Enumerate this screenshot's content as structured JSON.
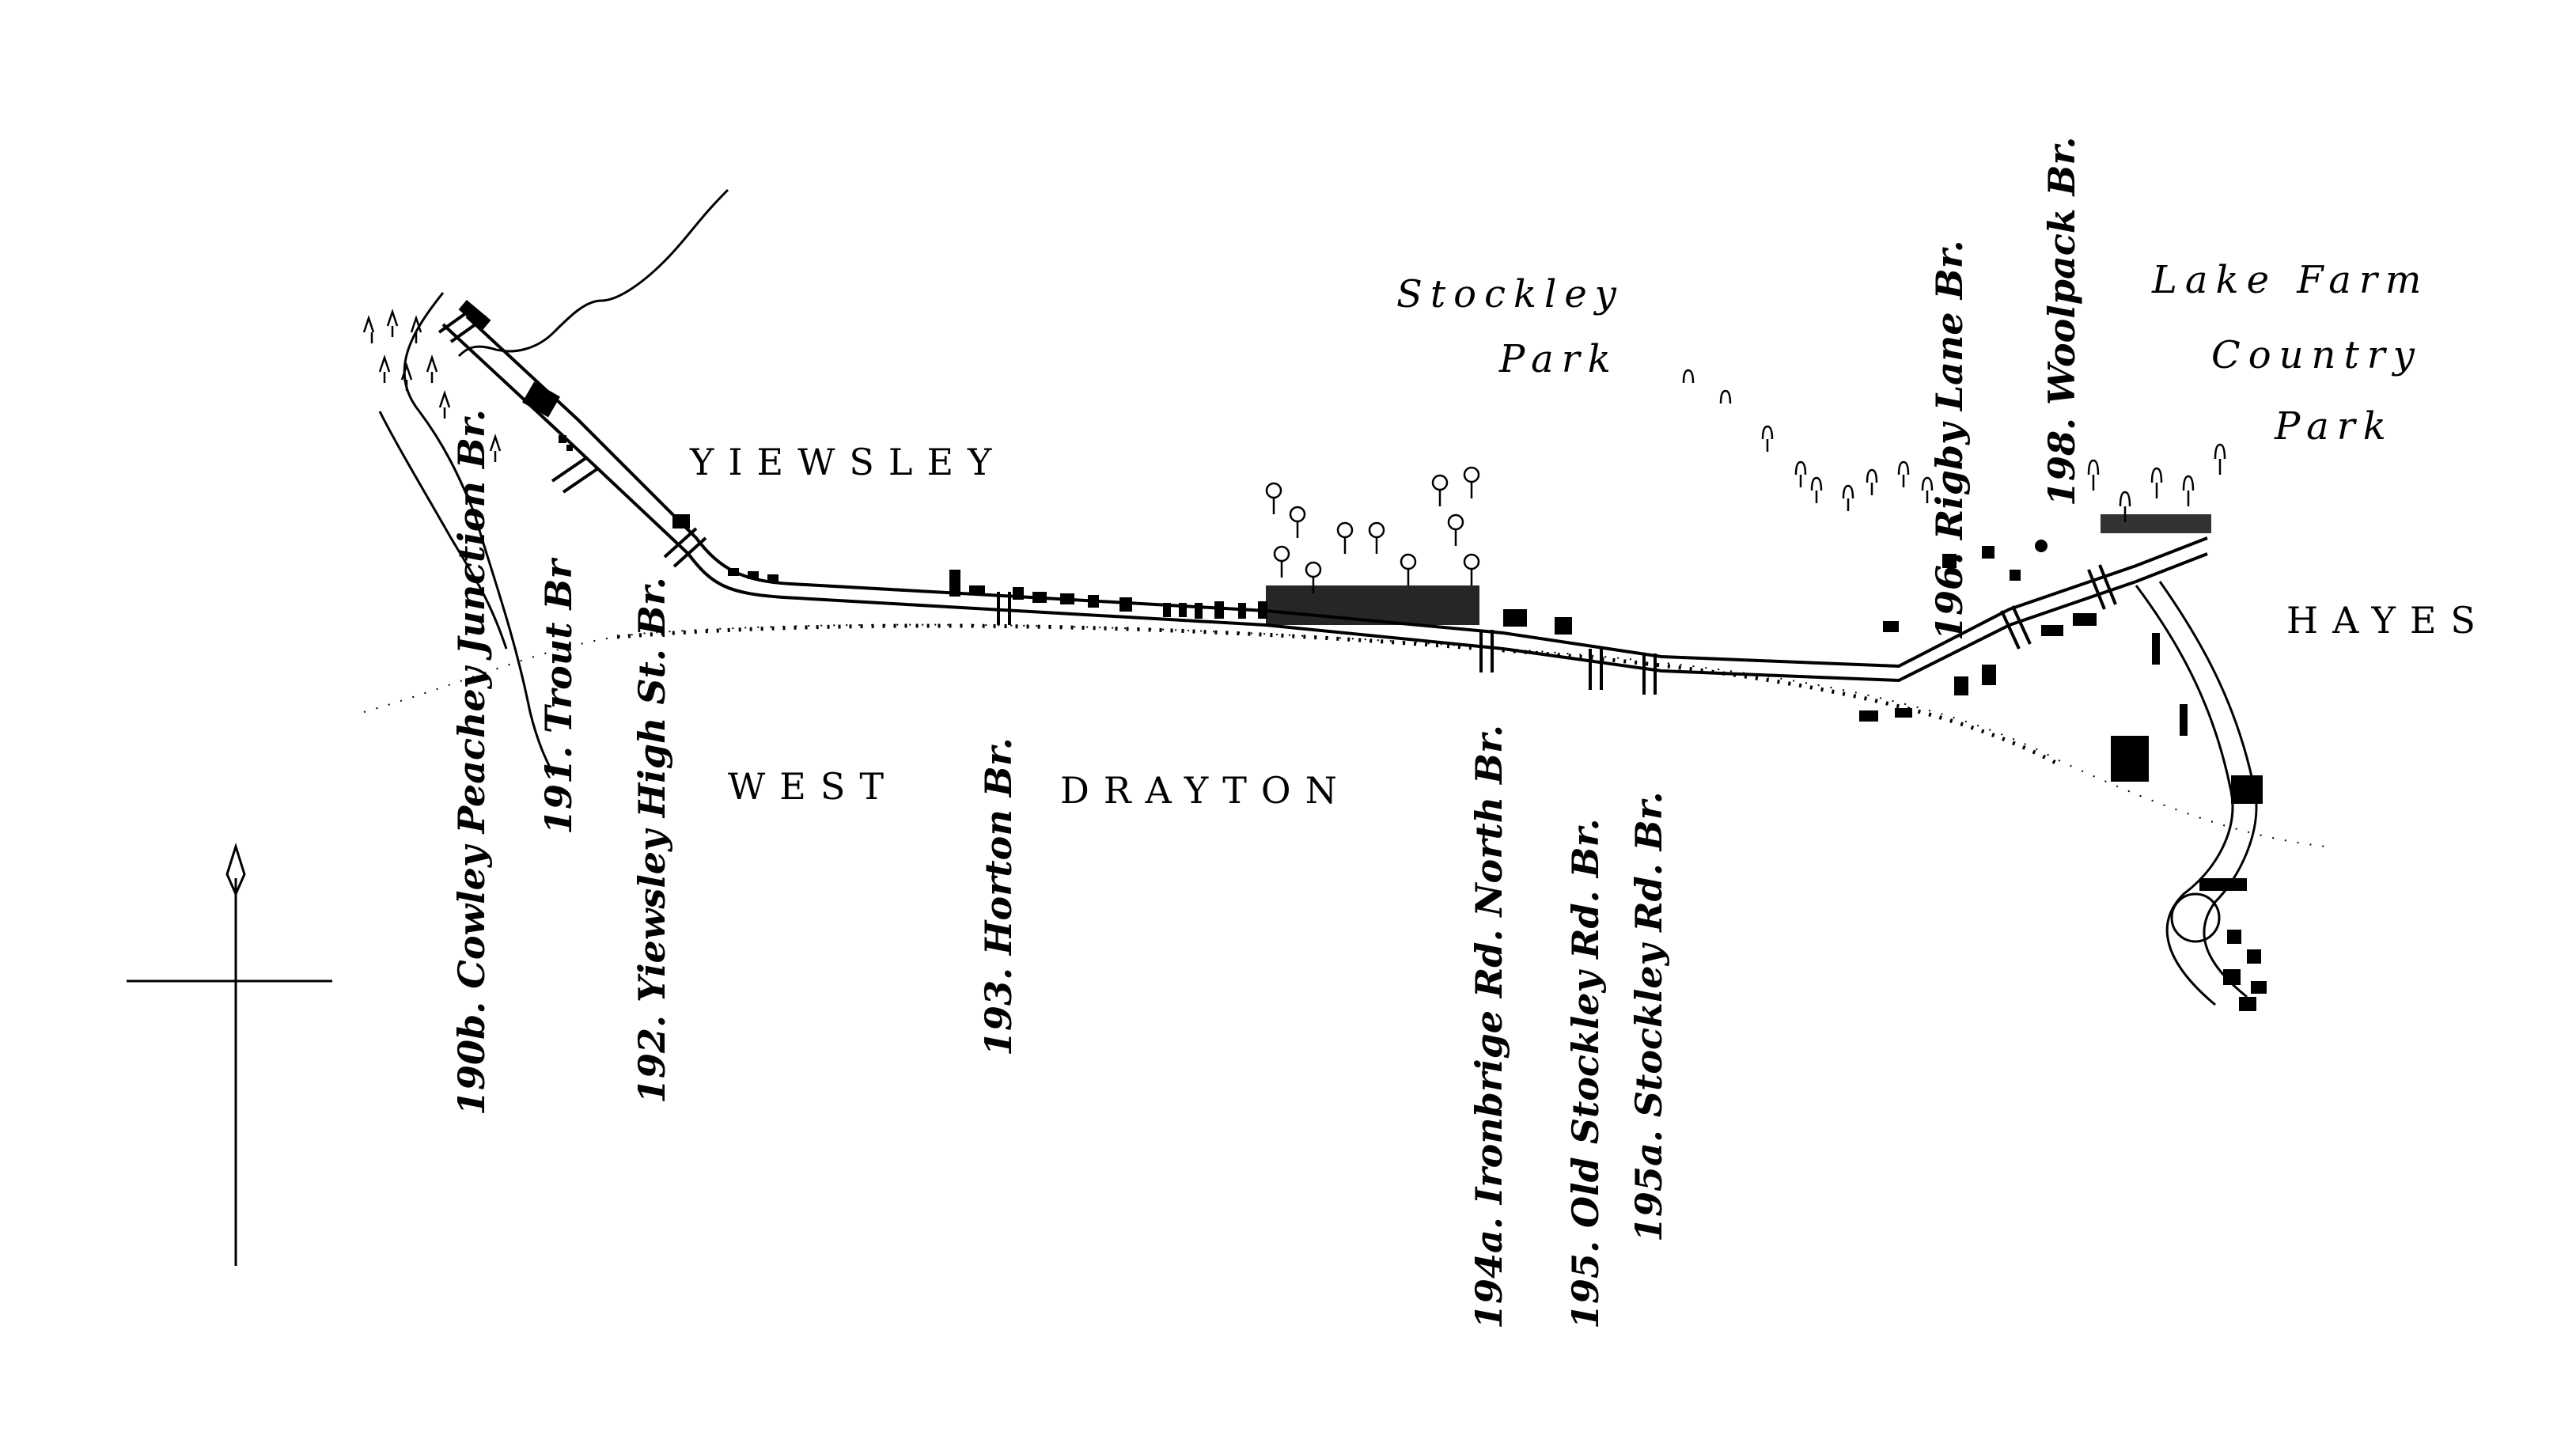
{
  "map": {
    "places": {
      "yiewsley": "YIEWSLEY",
      "west": "WEST",
      "drayton": "DRAYTON",
      "hayes": "HAYES",
      "stockley_1": "Stockley",
      "stockley_2": "Park",
      "lake_1": "Lake Farm",
      "lake_2": "Country",
      "lake_3": "Park"
    },
    "bridges": [
      "190b. Cowley Peachey Junction Br.",
      "191. Trout Br",
      "192. Yiewsley High St. Br.",
      "193. Horton Br.",
      "194a. Ironbrige Rd. North Br.",
      "195. Old Stockley Rd. Br.",
      "195a. Stockley Rd. Br.",
      "196. Rigby Lane Br.",
      "198. Woolpack Br."
    ]
  }
}
